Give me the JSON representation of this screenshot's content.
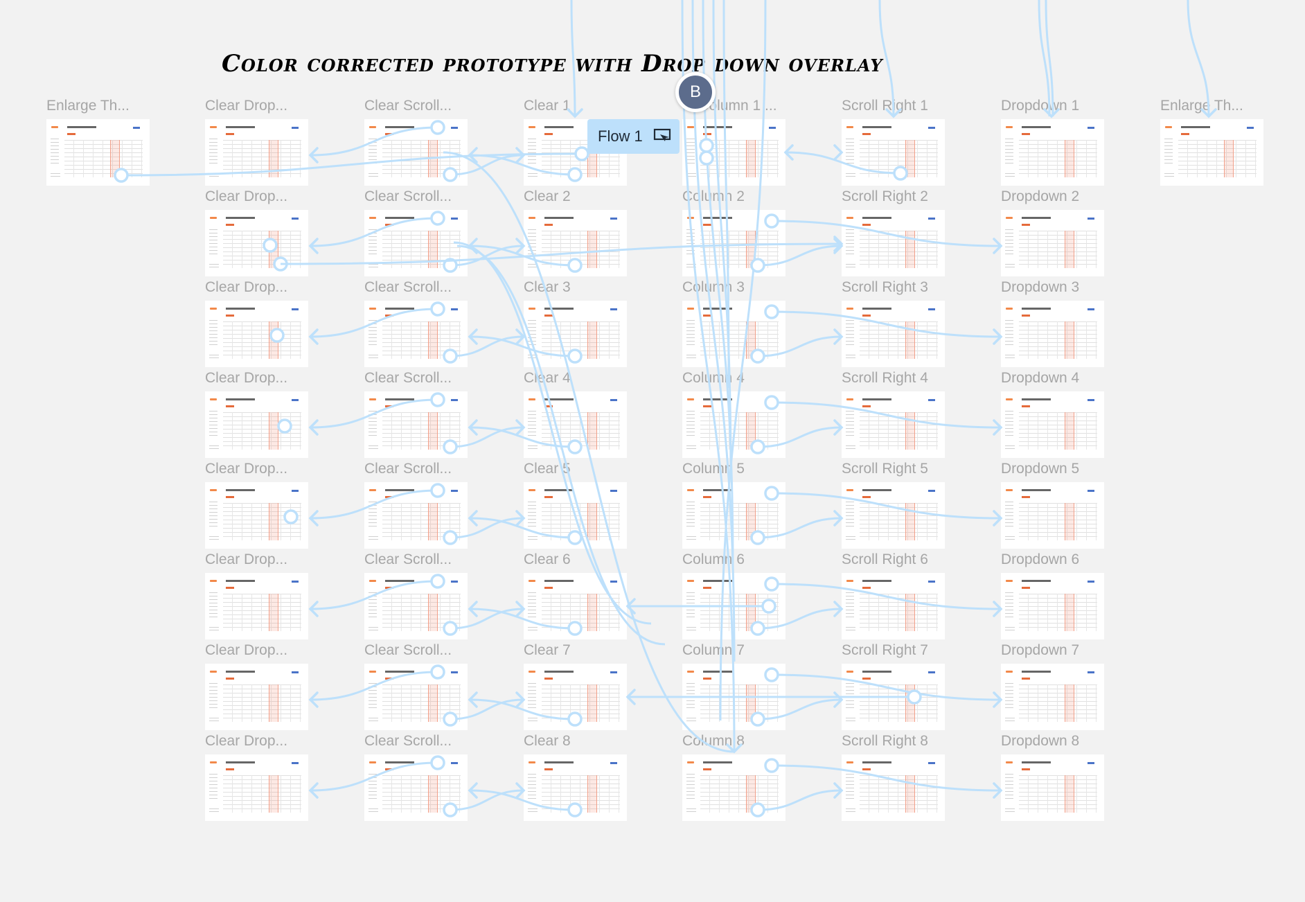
{
  "canvas": {
    "title": "Color corrected prototype with Drop down overlay",
    "flow_label": "Flow 1",
    "flow_icon": "present-icon",
    "avatar_initial": "B",
    "link_color": "#bde0fb",
    "background_color": "#f2f2f2",
    "columns": [
      {
        "labels": [
          "Enlarge Th..."
        ]
      },
      {
        "labels": [
          "Clear Drop...",
          "Clear Drop...",
          "Clear Drop...",
          "Clear Drop...",
          "Clear Drop...",
          "Clear Drop...",
          "Clear Drop...",
          "Clear Drop..."
        ]
      },
      {
        "labels": [
          "Clear Scroll...",
          "Clear Scroll...",
          "Clear Scroll...",
          "Clear Scroll...",
          "Clear Scroll...",
          "Clear Scroll...",
          "Clear Scroll...",
          "Clear Scroll..."
        ]
      },
      {
        "labels": [
          "Clear 1",
          "Clear 2",
          "Clear 3",
          "Clear 4",
          "Clear 5",
          "Clear 6",
          "Clear 7",
          "Clear 8"
        ]
      },
      {
        "labels": [
          "... Column 1 ...",
          "Column 2",
          "Column 3",
          "Column 4",
          "Column 5",
          "Column 6",
          "Column 7",
          "Column 8"
        ]
      },
      {
        "labels": [
          "Scroll Right 1",
          "Scroll Right 2",
          "Scroll Right 3",
          "Scroll Right 4",
          "Scroll Right 5",
          "Scroll Right 6",
          "Scroll Right 7",
          "Scroll Right 8"
        ]
      },
      {
        "labels": [
          "Dropdown 1",
          "Dropdown 2",
          "Dropdown 3",
          "Dropdown 4",
          "Dropdown 5",
          "Dropdown 6",
          "Dropdown 7",
          "Dropdown 8"
        ]
      },
      {
        "labels": [
          "Enlarge Th..."
        ]
      }
    ]
  }
}
